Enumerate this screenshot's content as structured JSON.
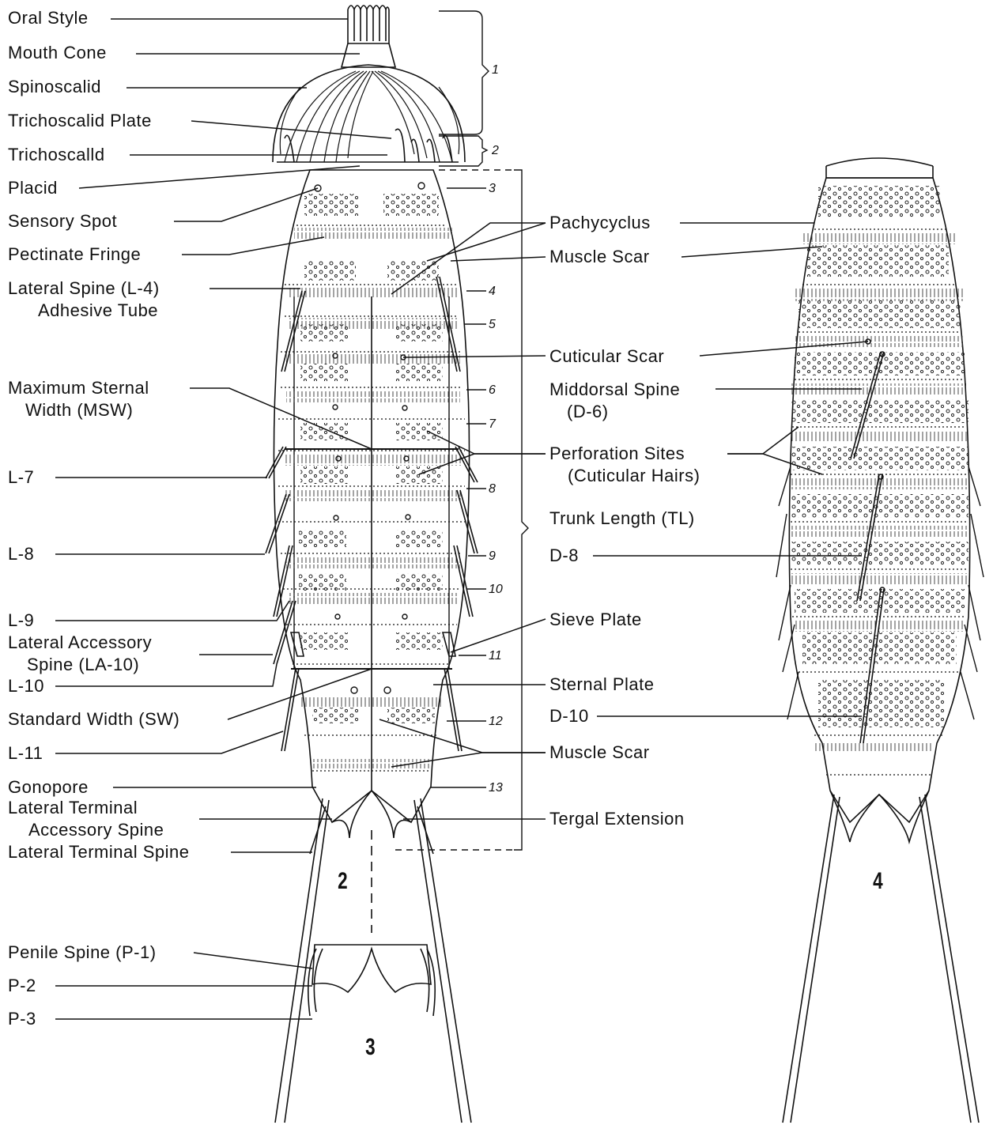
{
  "figure": {
    "left_labels": {
      "oral_style": "Oral Style",
      "mouth_cone": "Mouth Cone",
      "spinoscalid": "Spinoscalid",
      "trichoscalid_plate": "Trichoscalid Plate",
      "trichoscalid": "Trichoscalld",
      "placid": "Placid",
      "sensory_spot": "Sensory Spot",
      "pectinate_fringe": "Pectinate Fringe",
      "lateral_spine_l4": "Lateral Spine (L-4)",
      "adhesive_tube": "Adhesive Tube",
      "maximum_sternal_width_1": "Maximum Sternal",
      "maximum_sternal_width_2": "Width (MSW)",
      "l7": "L-7",
      "l8": "L-8",
      "l9": "L-9",
      "lateral_accessory_spine_1": "Lateral Accessory",
      "lateral_accessory_spine_2": "Spine (LA-10)",
      "l10": "L-10",
      "standard_width": "Standard Width (SW)",
      "l11": "L-11",
      "gonopore": "Gonopore",
      "lateral_terminal_accessory_1": "Lateral Terminal",
      "lateral_terminal_accessory_2": "Accessory Spine",
      "lateral_terminal_spine": "Lateral Terminal Spine",
      "penile_spine_p1": "Penile Spine (P-1)",
      "p2": "P-2",
      "p3": "P-3"
    },
    "right_labels": {
      "pachycyclus": "Pachycyclus",
      "muscle_scar_top": "Muscle Scar",
      "cuticular_scar": "Cuticular Scar",
      "middorsal_spine_1": "Middorsal Spine",
      "middorsal_spine_2": "(D-6)",
      "perforation_sites_1": "Perforation Sites",
      "perforation_sites_2": "(Cuticular Hairs)",
      "trunk_length": "Trunk Length (TL)",
      "d8": "D-8",
      "sieve_plate": "Sieve Plate",
      "sternal_plate": "Sternal Plate",
      "d10": "D-10",
      "muscle_scar_bottom": "Muscle Scar",
      "tergal_extension": "Tergal Extension"
    },
    "segment_numbers": [
      "1",
      "2",
      "3",
      "4",
      "5",
      "6",
      "7",
      "8",
      "9",
      "10",
      "11",
      "12",
      "13"
    ],
    "figure_numbers": {
      "fig2": "2",
      "fig3": "3",
      "fig4": "4"
    }
  }
}
